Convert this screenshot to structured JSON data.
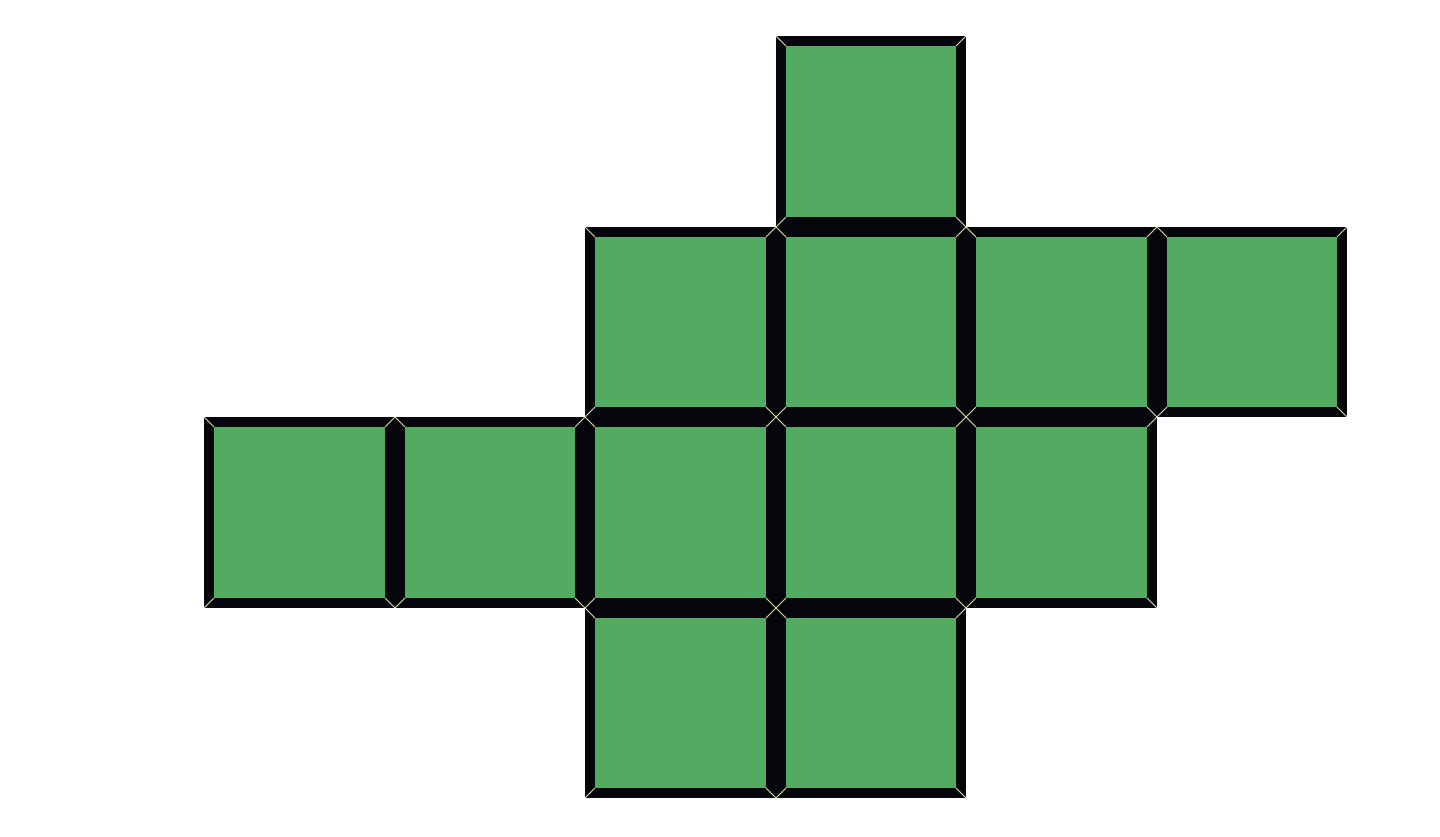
{
  "figure": {
    "shape": "polyomino",
    "tile_count": 12,
    "tiles": [
      {
        "row": 0,
        "col": 3
      },
      {
        "row": 1,
        "col": 2
      },
      {
        "row": 1,
        "col": 3
      },
      {
        "row": 1,
        "col": 4
      },
      {
        "row": 1,
        "col": 5
      },
      {
        "row": 2,
        "col": 0
      },
      {
        "row": 2,
        "col": 1
      },
      {
        "row": 2,
        "col": 2
      },
      {
        "row": 2,
        "col": 3
      },
      {
        "row": 2,
        "col": 4
      },
      {
        "row": 3,
        "col": 2
      },
      {
        "row": 3,
        "col": 3
      }
    ]
  },
  "colors": {
    "background": "#ffffff",
    "tile_fill": "#52ab61",
    "tile_border": "#05060b",
    "bevel_line": "#e8e4b0"
  }
}
